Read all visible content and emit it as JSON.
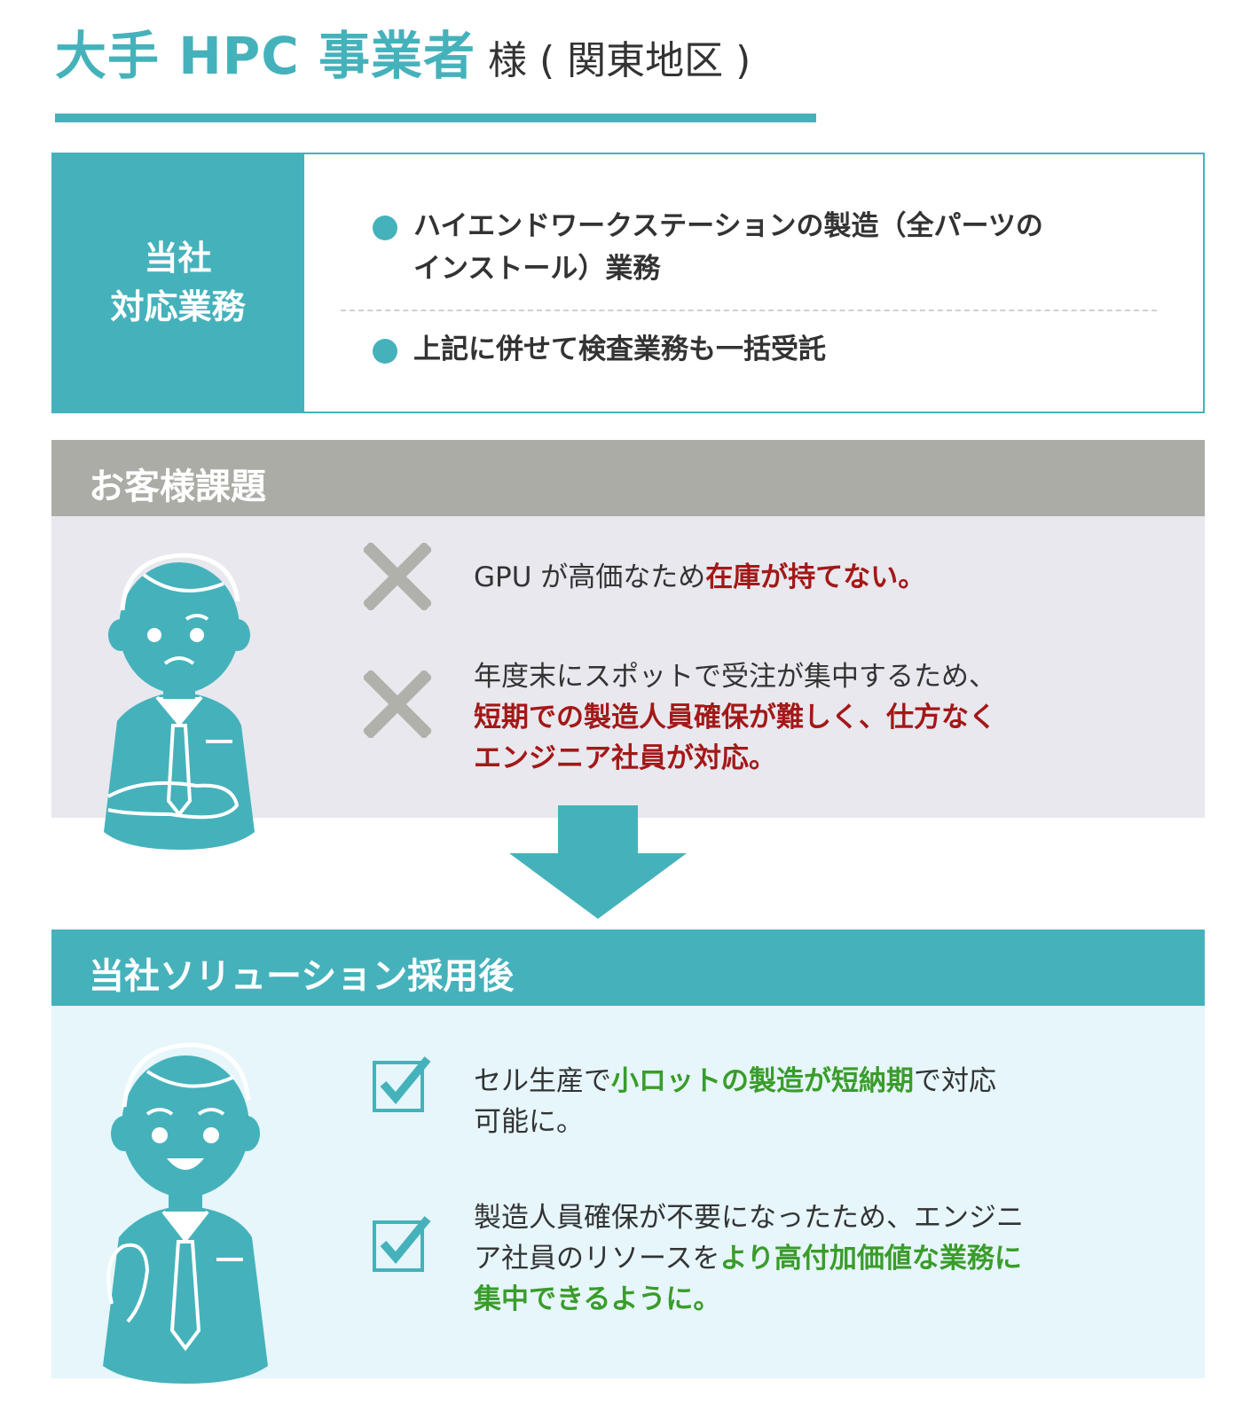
{
  "title": {
    "main": "大手 HPC 事業者",
    "suffix": "様 ( 関東地区 )"
  },
  "services": {
    "label_line1": "当社",
    "label_line2": "対応業務",
    "items": [
      {
        "line1": "ハイエンドワークステーションの製造（全パーツの",
        "line2": "インストール）業務"
      },
      {
        "line1": "上記に併せて検査業務も一括受託"
      }
    ]
  },
  "challenges": {
    "header": "お客様課題",
    "items": [
      {
        "plain": "GPU が高価なため",
        "emphasis": "在庫が持てない。"
      },
      {
        "plain": "年度末にスポットで受注が集中するため、",
        "emphasis_line1": "短期での製造人員確保が難しく、仕方なく",
        "emphasis_line2": "エンジニア社員が対応。"
      }
    ]
  },
  "solution": {
    "header": "当社ソリューション採用後",
    "items": [
      {
        "pre": "セル生産で",
        "emphasis": "小ロットの製造が短納期",
        "post": "で対応",
        "line2": "可能に。"
      },
      {
        "line1": "製造人員確保が不要になったため、エンジニ",
        "pre2": "ア社員のリソースを",
        "emphasis2": "より高付加価値な業務に",
        "emphasis3": "集中できるように。"
      }
    ]
  },
  "colors": {
    "teal": "#45b2bb",
    "gray_header": "#acaca6",
    "red": "#a31818",
    "green": "#3a9c2a",
    "challenge_bg": "#e8e8ee",
    "solution_bg": "#e6f6fb"
  },
  "icons": [
    "worried-man-icon",
    "x-mark-icon",
    "down-arrow-icon",
    "smiling-man-icon",
    "checkbox-check-icon"
  ]
}
